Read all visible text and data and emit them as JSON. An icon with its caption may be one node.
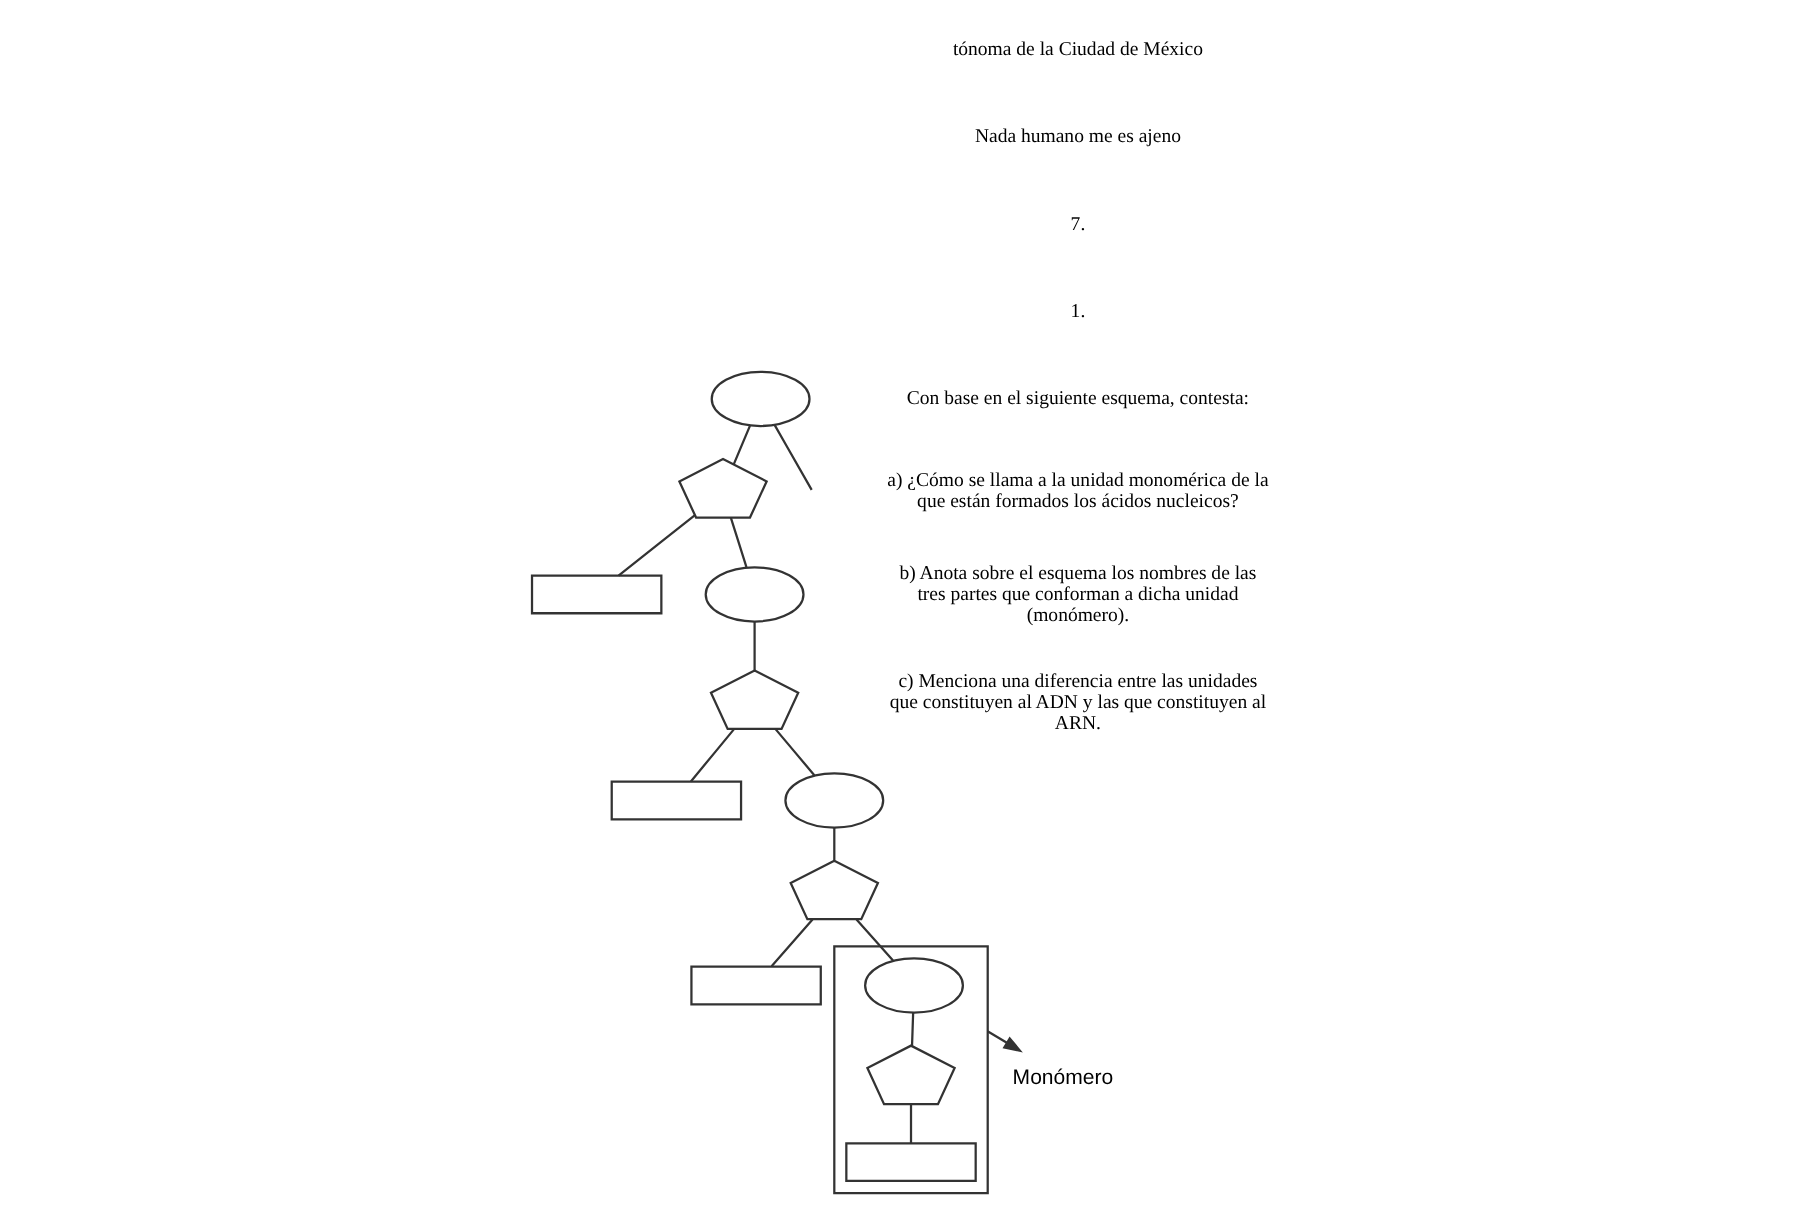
{
  "diagram": {
    "nodes": [
      {
        "text": [],
        "shape": "circle"
      },
      {
        "text": [],
        "shape": "pentagon"
      },
      {
        "text": [],
        "shape": "box"
      },
      {
        "text": [],
        "shape": "circle"
      },
      {
        "text": [],
        "shape": "pentagon"
      },
      {
        "text": [],
        "shape": "box"
      },
      {
        "text": [],
        "shape": "circle"
      },
      {
        "text": [],
        "shape": "pentagon"
      },
      {
        "text": [],
        "shape": "box"
      },
      {
        "text": [],
        "shape": "box"
      },
      {
        "text": [],
        "shape": "circle",
        "in": 9
      },
      {
        "text": [],
        "shape": "pentagon",
        "in": 9
      },
      {
        "text": [],
        "shape": "box",
        "in": 9
      },
      {
        "text": [
          "Monómero"
        ]
      }
    ],
    "edges": [
      {
        "from": 0,
        "to": null,
        "arrow": "none"
      },
      {
        "from": 0,
        "to": 1,
        "arrow": "none"
      },
      {
        "from": 1,
        "to": 2,
        "arrow": "none"
      },
      {
        "from": 1,
        "to": 3,
        "arrow": "none"
      },
      {
        "from": 3,
        "to": 4,
        "arrow": "none"
      },
      {
        "from": 4,
        "to": 5,
        "arrow": "none"
      },
      {
        "from": 4,
        "to": 6,
        "arrow": "none"
      },
      {
        "from": 6,
        "to": 7,
        "arrow": "none"
      },
      {
        "from": 7,
        "to": 8,
        "arrow": "none"
      },
      {
        "from": 7,
        "to": 10,
        "arrow": "none"
      },
      {
        "from": 10,
        "to": 11,
        "arrow": "none"
      },
      {
        "from": 11,
        "to": 12,
        "arrow": "none"
      },
      {
        "from": 9,
        "to": 13,
        "arrow": "to"
      }
    ],
    "labels": [
      "tónoma de la Ciudad de México",
      "Nada humano me es ajeno",
      "7.",
      "1.",
      "Con base en el siguiente esquema, contesta:",
      "a) ¿Cómo se llama a la unidad monomérica de la que están formados los ácidos nucleicos?",
      "b) Anota sobre el esquema los nombres de las tres partes que conforman a dicha unidad (monómero).",
      "c) Menciona una diferencia entre las unidades que constituyen al ADN y las que constituyen al ARN."
    ]
  }
}
